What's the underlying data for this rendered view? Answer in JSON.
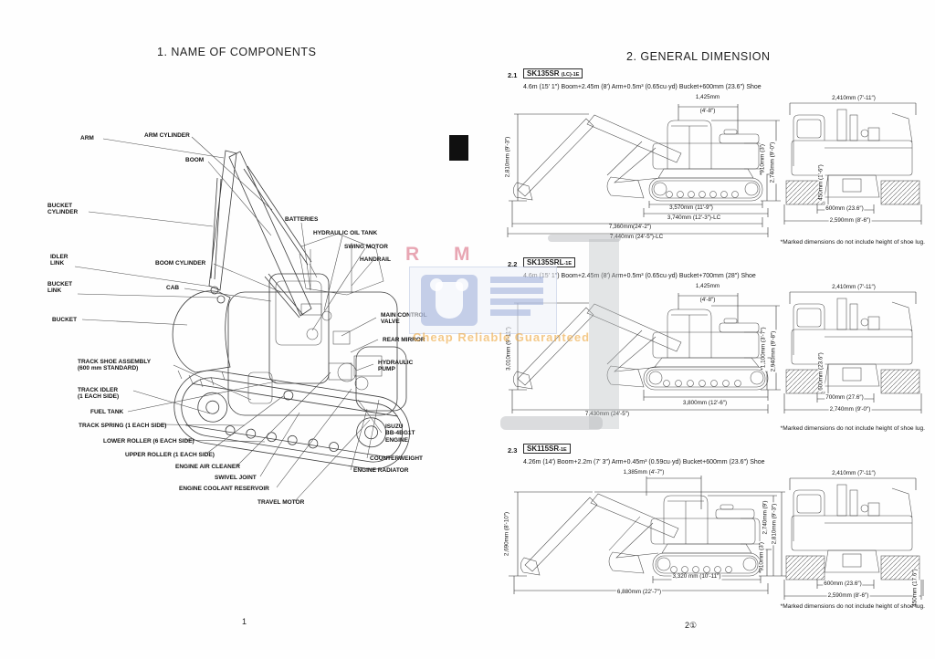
{
  "page": {
    "left_number": "1",
    "right_number": "2①"
  },
  "watermark": {
    "letters": "R M",
    "caption": "Cheap Reliable Guaranteed"
  },
  "components": {
    "title": "1.   NAME OF COMPONENTS",
    "labels": [
      "ARM",
      "ARM CYLINDER",
      "BOOM",
      "BUCKET\nCYLINDER",
      "BATTERIES",
      "HYDRAULIC OIL TANK",
      "SWING MOTOR",
      "HANDRAIL",
      "IDLER\nLINK",
      "BUCKET\nLINK",
      "BOOM CYLINDER",
      "CAB",
      "BUCKET",
      "MAIN CONTROL\nVALVE",
      "REAR MIRROR",
      "TRACK SHOE ASSEMBLY\n(600 mm STANDARD)",
      "HYDRAULIC\nPUMP",
      "TRACK IDLER\n(1 EACH SIDE)",
      "FUEL TANK",
      "TRACK SPRING (1 EACH SIDE)",
      "LOWER ROLLER (6 EACH SIDE)",
      "UPPER ROLLER (1 EACH SIDE)",
      "ENGINE AIR CLEANER",
      "SWIVEL JOINT",
      "ENGINE COOLANT RESERVOIR",
      "TRAVEL MOTOR",
      "ISUZU\nBB-4BG1T\nENGINE",
      "COUNTERWEIGHT",
      "ENGINE RADIATOR"
    ]
  },
  "dimensions": {
    "title": "2.   GENERAL DIMENSION",
    "note": "*Marked dimensions do not include height of shoe lug.",
    "models": [
      {
        "num": "2.1",
        "name": "SK135SR",
        "suffix": "(LC)-1E",
        "spec": "4.6m (15′ 1″) Boom+2.45m (8′) Arm+0.5m³ (0.65cu·yd) Bucket+600mm (23.6″) Shoe",
        "side": {
          "top": "1,425mm",
          "top2": "(4′-8″)",
          "left": "2,810mm (9′-3″)",
          "right_inner": "*910mm (3′)",
          "right_outer": "2,740mm (9′-0″)",
          "track": "3,570mm (11′-9″)",
          "track_lc": "3,740mm (12′-3″)-LC",
          "overall": "7,360mm(24′-2″)",
          "overall_lc": "7,440mm (24′-5″)-LC"
        },
        "rear": {
          "top": "2,410mm (7′-11″)",
          "clearance": "450mm (1′-6″)",
          "shoe": "600mm (23.6″)",
          "width": "2,590mm (8′-6″)"
        }
      },
      {
        "num": "2.2",
        "name": "SK135SRL",
        "suffix": "-1E",
        "spec": "4.6m (15′ 1″) Boom+2.45m (8′) Arm+0.5m³ (0.65cu·yd) Bucket+700mm (28″) Shoe",
        "side": {
          "top": "1,425mm",
          "top2": "(4′-8″)",
          "left": "3,010mm (9′-11″)",
          "right_inner": "*1,100mm (3′-7″)",
          "right_outer": "2,940mm (9′-8″)",
          "track": "3,800mm (12′-6″)",
          "overall": "7,430mm (24′-5″)"
        },
        "rear": {
          "top": "2,410mm (7′-11″)",
          "clearance": "600mm (23.6″)",
          "shoe": "700mm (27.6″)",
          "width": "2,740mm (9′-0″)"
        }
      },
      {
        "num": "2.3",
        "name": "SK115SR",
        "suffix": "-1E",
        "spec": "4.26m (14′) Boom+2.2m (7′ 3″) Arm+0.45m³ (0.59cu·yd) Bucket+600mm (23.6″) Shoe",
        "side": {
          "top": "1,385mm (4′-7″)",
          "left": "2,690mm (8′-10″)",
          "right_inner": "2,740mm (9′)",
          "right_outer": "2,810mm (9′-3″)",
          "track_height": "*910mm (3′)",
          "track": "3,320 mm (10′-11″)",
          "overall": "6,880mm (22′-7″)"
        },
        "rear": {
          "top": "2,410mm (7′-11″)",
          "shoe": "600mm (23.6″)",
          "width": "2,590mm (8′-6″)",
          "lug": "450mm (17.6″)"
        }
      }
    ]
  }
}
